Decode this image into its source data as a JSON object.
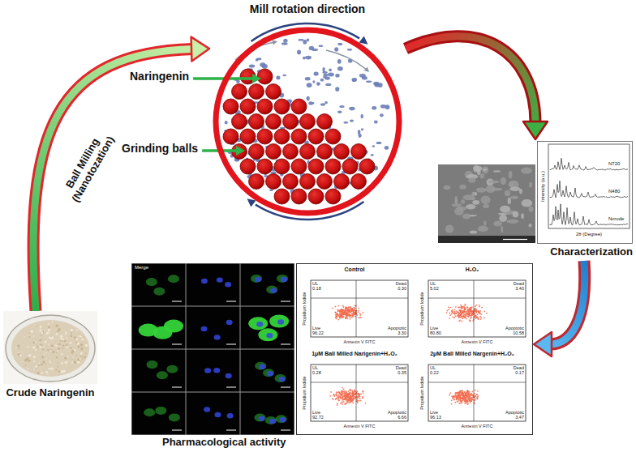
{
  "diagram": {
    "nodes": [
      {
        "text": [
          "Crude Naringenin"
        ]
      },
      {
        "text": [
          "Mill rotation direction"
        ]
      },
      {
        "text": [
          "Characterization"
        ]
      },
      {
        "text": [
          "N720",
          "N480",
          "Ncrude",
          "Intensity (a.u.)",
          "2θ (Degree)"
        ],
        "in": 2
      },
      {
        "text": [
          "Pharmacological activity"
        ]
      },
      {
        "text": [
          "Control",
          "UL",
          "0.18",
          "Dead",
          "0.30",
          "Live",
          "96.22",
          "Apoptotic",
          "3.30",
          "Propidium Iodide",
          "Annexin V FITC"
        ],
        "in": 4
      },
      {
        "text": [
          "H₂O₂",
          "UL",
          "5.02",
          "Dead",
          "3.40",
          "Live",
          "80.80",
          "Apoptotic",
          "10.58",
          "Propidium Iodide",
          "Annexin V FITC"
        ],
        "in": 4
      },
      {
        "text": [
          "1μM Ball Milled Narigenin+H₂O₂",
          "UL",
          "0.28",
          "Dead",
          "0.35",
          "Live",
          "92.72",
          "Apoptotic",
          "6.66",
          "Propidium Iodide",
          "Annexin V FITC"
        ],
        "in": 4
      },
      {
        "text": [
          "2μM Ball Milled Nargenin+H₂O₂",
          "UL",
          "0.22",
          "Dead",
          "0.17",
          "Live",
          "96.13",
          "Apoptotic",
          "3.47",
          "Propidium Iodide",
          "Annexin V FITC"
        ],
        "in": 4
      }
    ],
    "edges": [
      {
        "from": 0,
        "to": 1,
        "arrow": "to",
        "label": "Ball Milling (Nanotozation)"
      },
      {
        "from": 1,
        "to": 2,
        "arrow": "to"
      },
      {
        "from": 2,
        "to": 4,
        "arrow": "to"
      }
    ],
    "labels": [
      "Naringenin",
      "Grinding balls",
      "Merge"
    ]
  }
}
